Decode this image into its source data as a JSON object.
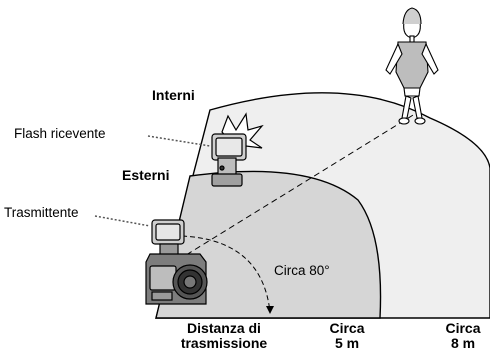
{
  "labels": {
    "interni": "Interni",
    "esterni": "Esterni",
    "flash_ricevente": "Flash ricevente",
    "trasmittente": "Trasmittente",
    "angle": "Circa 80°",
    "distanza_line1": "Distanza di",
    "distanza_line2": "trasmissione",
    "circa_5m_line1": "Circa",
    "circa_5m_line2": "5 m",
    "circa_8m_line1": "Circa",
    "circa_8m_line2": "8 m"
  },
  "colors": {
    "outer_zone": "#efefef",
    "inner_zone": "#d6d6d6",
    "line": "#000000",
    "dotted_leader": "#555555"
  },
  "icons": [
    "camera-with-transmitter-icon",
    "receiver-flash-icon",
    "woman-figure-icon"
  ]
}
